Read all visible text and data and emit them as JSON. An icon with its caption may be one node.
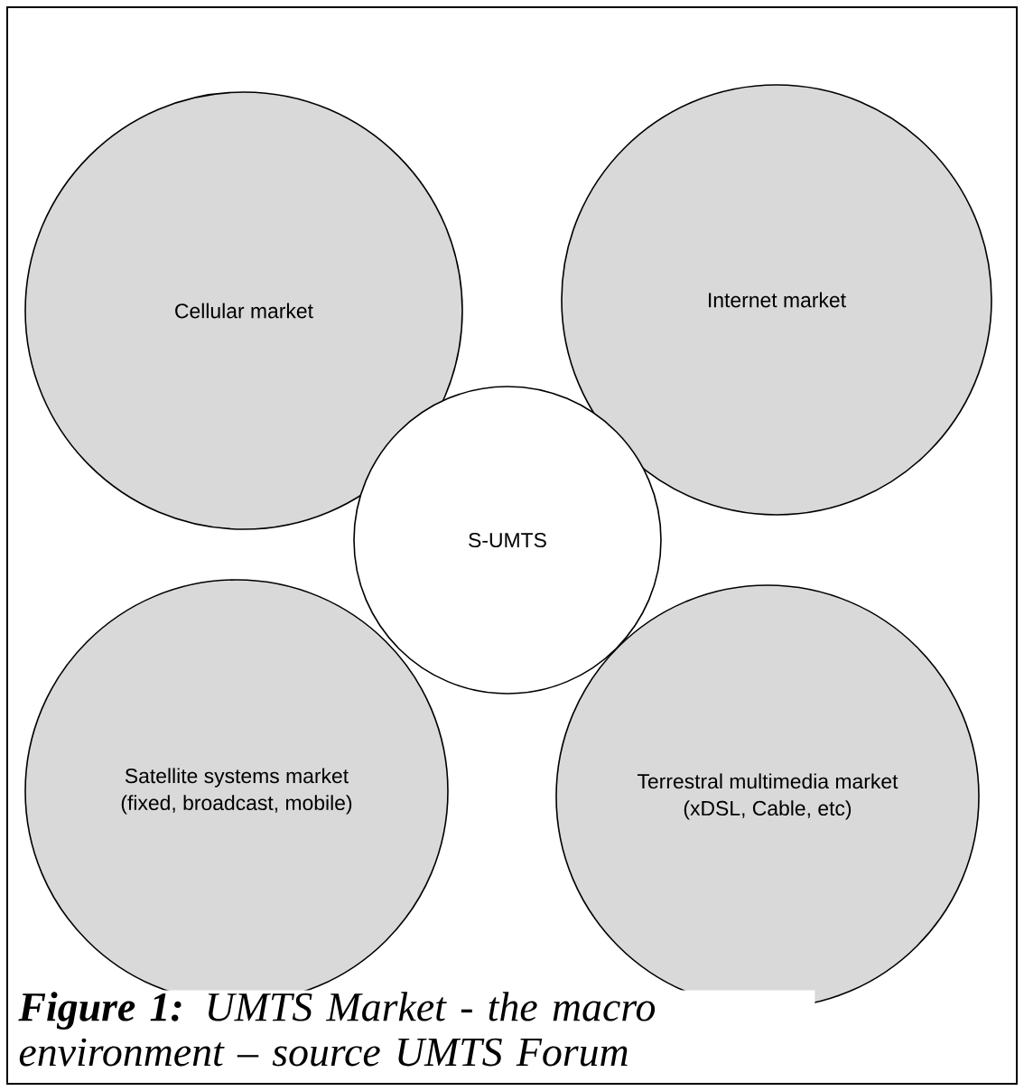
{
  "diagram": {
    "caption": "**Figure 1:** UMTS Market - the macro environment – source UMTS Forum",
    "nodes": [
      {
        "text": [
          "Cellular market"
        ]
      },
      {
        "text": [
          "Internet market"
        ]
      },
      {
        "text": [
          "S-UMTS"
        ]
      },
      {
        "text": [
          "Satellite systems market (fixed, broadcast, mobile)"
        ]
      },
      {
        "text": [
          "Terrestral multimedia market (xDSL, Cable, etc)"
        ]
      }
    ]
  }
}
